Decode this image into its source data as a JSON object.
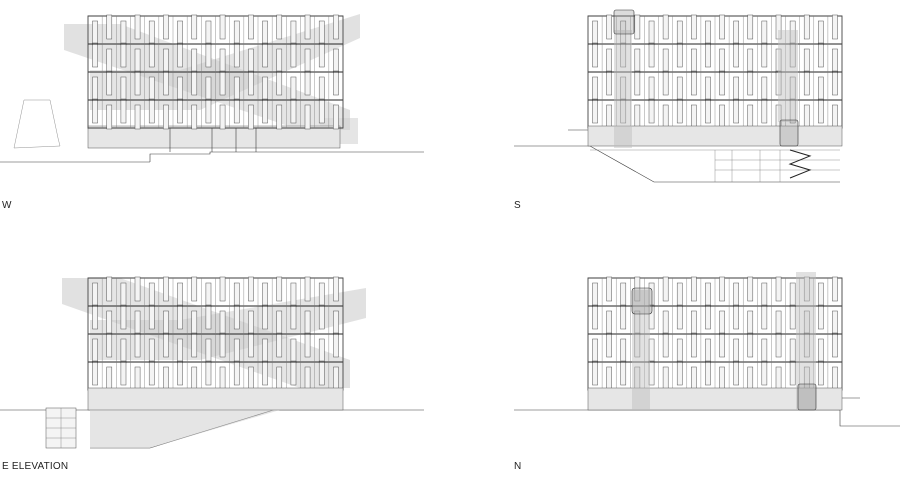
{
  "elevations": [
    {
      "id": "west",
      "label": "W"
    },
    {
      "id": "south",
      "label": "S"
    },
    {
      "id": "east",
      "label": "E ELEVATION"
    },
    {
      "id": "north",
      "label": "N"
    }
  ],
  "colors": {
    "line": "#2a2a2a",
    "shade": "#bdbdbd",
    "background": "#ffffff"
  }
}
